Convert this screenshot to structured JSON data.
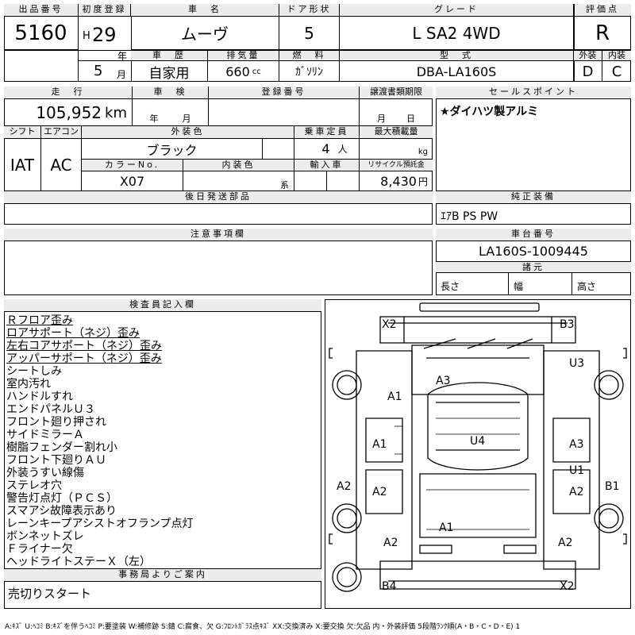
{
  "top": {
    "lot_label": "出品番号",
    "lot_no": "5160",
    "reg_label": "初度登録",
    "era": "H",
    "year": "29",
    "year_unit": "年",
    "month": "5",
    "month_unit": "月",
    "name_label": "車　名",
    "name": "ムーヴ",
    "door_label": "ドア形状",
    "door": "5",
    "grade_label": "グレード",
    "grade": "L SA2 4WD",
    "score_label": "評価点",
    "score": "R",
    "history_label": "車　歴",
    "history": "自家用",
    "disp_label": "排気量",
    "disp": "660",
    "disp_unit": "cc",
    "fuel_label": "燃　料",
    "fuel": "ｶﾞｿﾘﾝ",
    "model_label": "型　式",
    "model": "DBA-LA160S",
    "ext_label": "外装",
    "ext": "D",
    "int_label": "内装",
    "int": "C"
  },
  "row2": {
    "mileage_label": "走　行",
    "mileage": "105,952",
    "mileage_unit": "km",
    "inspect_label": "車　検",
    "inspect_y": "年",
    "inspect_m": "月",
    "regno_label": "登録番号",
    "transfer_label": "譲渡書類期限",
    "transfer_m": "月",
    "transfer_d": "日",
    "sales_label": "セールスポイント",
    "sales": "★ダイハツ製アルミ"
  },
  "row3": {
    "shift_label": "シフト",
    "shift": "IAT",
    "ac_label": "エアコン",
    "ac": "AC",
    "color_label": "外装色",
    "color": "ブラック",
    "seats_label": "乗車定員",
    "seats": "4",
    "seats_unit": "人",
    "load_label": "最大積載量",
    "load_unit": "kg",
    "colorno_label": "カラーNo.",
    "colorno": "X07",
    "intcolor_label": "内装色",
    "intcolor_unit": "系",
    "import_label": "輸入車",
    "recycle_label": "リサイクル預託金",
    "recycle": "8,430",
    "recycle_unit": "円",
    "later_label": "後日発送部品",
    "equip_label": "純正装備",
    "equip": "ｴｱB PS PW"
  },
  "notes_label": "注意事項欄",
  "chassis_label": "車台番号",
  "chassis": "LA160S-1009445",
  "spec_label": "諸元",
  "length": "長さ",
  "width": "幅",
  "height": "高さ",
  "inspector_label": "検査員記入欄",
  "inspector_notes": [
    "Ｒフロア歪み",
    "ロアサポート（ネジ）歪み",
    "左右コアサポート（ネジ）歪み",
    "アッパーサポート（ネジ）歪み",
    "シートしみ",
    "室内汚れ",
    "ハンドルすれ",
    "エンドパネルＵ３",
    "フロント廻り押され",
    "サイドミラーＡ",
    "樹脂フェンダー割れ小",
    "フロント下廻りＡＵ",
    "外装うすい線傷",
    "ステレオ穴",
    "警告灯点灯（ＰＣＳ）",
    "スマアシ故障表示あり",
    "レーンキープアシストオフランプ点灯",
    "ボンネットズレ",
    "Ｆライナー欠",
    "ヘッドライトステーＸ（左）"
  ],
  "office_label": "事務局よりご案内",
  "office_note": "売切りスタート",
  "damage_marks": [
    "X2",
    "B3",
    "U3",
    "A3",
    "A1",
    "U4",
    "A1",
    "A3",
    "U1",
    "A2",
    "A2",
    "A2",
    "B1",
    "A1",
    "A2",
    "A2",
    "B4",
    "X2"
  ],
  "legend": "A:ｷｽﾞ U:ﾍｺﾐ B:ｷｽﾞを伴うﾍｺﾐ P:要塗装 W:補修跡 S:錆 C:腐食、欠 G:ﾌﾛﾝﾄｶﾞﾗｽ点ｷｽﾞ XX:交換済み X:要交換 欠:欠品 内・外装評価 5段階ﾗﾝｸ順(A・B・C・D・E) 1"
}
